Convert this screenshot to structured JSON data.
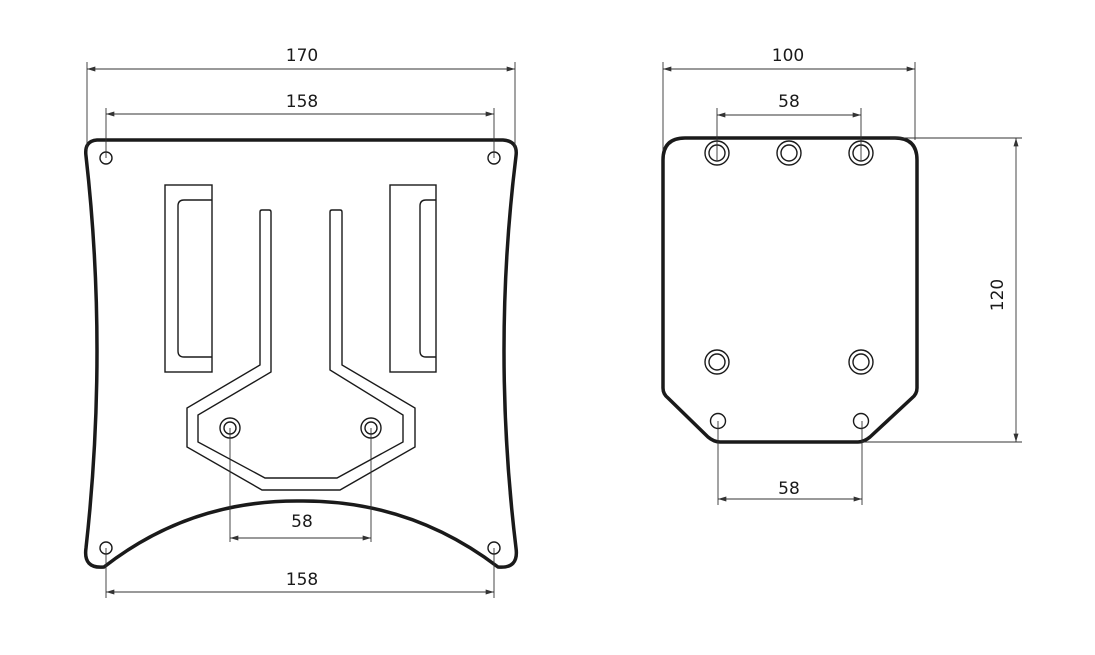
{
  "left_plate": {
    "dimensions": {
      "overall_width": "170",
      "top_hole_spacing": "158",
      "center_hole_spacing": "58",
      "bottom_hole_spacing": "158"
    }
  },
  "right_plate": {
    "dimensions": {
      "overall_width": "100",
      "top_hole_spacing": "58",
      "height": "120",
      "bottom_hole_spacing": "58"
    }
  }
}
